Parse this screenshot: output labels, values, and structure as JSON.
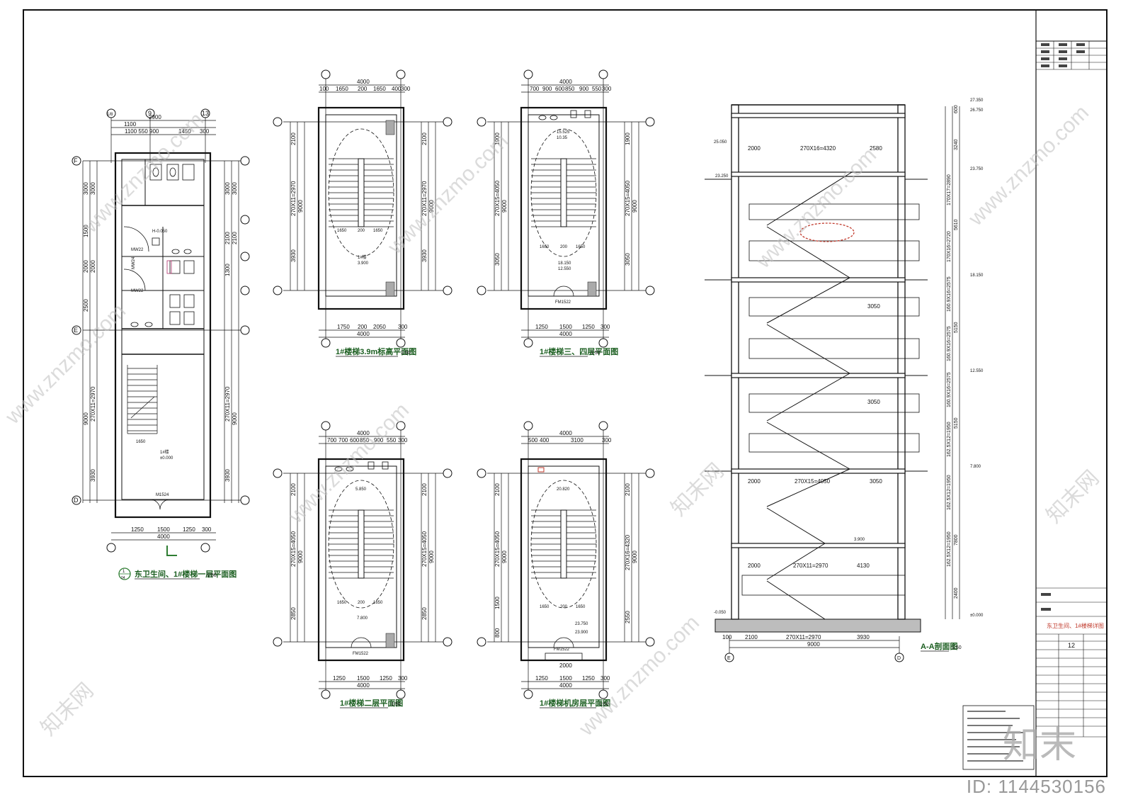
{
  "drawings": {
    "plan_ground": {
      "caption": "东卫生间、1#楼梯一层平面图",
      "scale": "1:50",
      "circle_num": "1",
      "circle_sub": "04",
      "top_dims": [
        "2900",
        "1100",
        "1100 550 900",
        "1450",
        "300"
      ],
      "bottom_dims": [
        "1250",
        "1500",
        "1250",
        "300",
        "4000"
      ],
      "left_dims": [
        "3000",
        "3000",
        "1500",
        "2000",
        "2000",
        "2500",
        "9000",
        "270X11=2970",
        "3930"
      ],
      "right_dims": [
        "3000",
        "3000",
        "2100",
        "2100",
        "1300",
        "270X11=2970",
        "9000",
        "3930"
      ],
      "axes": [
        "F",
        "E",
        "D",
        "1/8",
        "9",
        "13"
      ],
      "labels": [
        "1650",
        "1#楼",
        "±0.000",
        "M1524",
        "H-0.050",
        "MW22",
        "MW22",
        "MW24"
      ]
    },
    "plan_39": {
      "caption": "1#楼梯3.9m标高平面图",
      "scale": "1:50",
      "top_dims": [
        "4000",
        "100",
        "1650",
        "200",
        "1650",
        "400",
        "300"
      ],
      "bottom_dims": [
        "1750",
        "200",
        "2050",
        "300",
        "4000"
      ],
      "side_dims": [
        "2100",
        "270X11=2970",
        "9000",
        "3930"
      ],
      "labels": [
        "1650",
        "200",
        "1650",
        "1#楼",
        "3.900"
      ]
    },
    "plan_34": {
      "caption": "1#楼梯三、四层平面图",
      "scale": "1:50",
      "top_dims": [
        "4000",
        "700",
        "900",
        "600",
        "850",
        "900",
        "550",
        "300"
      ],
      "bottom_dims": [
        "1250",
        "1500",
        "1250",
        "300",
        "4000"
      ],
      "side_dims": [
        "1900",
        "270X15=4050",
        "9000",
        "3050"
      ],
      "labels": [
        "1650",
        "200",
        "1650",
        "15.525",
        "10.35",
        "18.150",
        "12.550",
        "FM1522"
      ]
    },
    "plan_2": {
      "caption": "1#楼梯二层平面图",
      "scale": "1:50",
      "top_dims": [
        "4000",
        "700",
        "700",
        "600",
        "850",
        "900",
        "550",
        "300"
      ],
      "bottom_dims": [
        "1250",
        "1500",
        "1250",
        "300",
        "4000"
      ],
      "side_dims": [
        "2100",
        "270X15=4050",
        "9000",
        "2850"
      ],
      "labels": [
        "1650",
        "200",
        "1650",
        "5.850",
        "7.800",
        "FM1522"
      ]
    },
    "plan_roof": {
      "caption": "1#楼梯机房层平面图",
      "scale": "1:50",
      "top_dims": [
        "4000",
        "500",
        "400",
        "3100",
        "300"
      ],
      "bottom_dims": [
        "1250",
        "1500",
        "1250",
        "300",
        "4000",
        "2000"
      ],
      "side_dims": [
        "2100",
        "270X15=4050",
        "9000",
        "1500",
        "800",
        "270X16=4320",
        "2550"
      ],
      "labels": [
        "1650",
        "200",
        "1650",
        "20.820",
        "23.750",
        "23.900",
        "FM1522"
      ]
    },
    "section_aa": {
      "caption": "A-A剖面图",
      "scale": "1:50",
      "bottom_dims": [
        "100",
        "2100",
        "270X11=2970",
        "3930",
        "9000"
      ],
      "axes": [
        "E",
        "D"
      ],
      "levels": [
        "27.350",
        "26.750",
        "23.750",
        "23.250",
        "18.150",
        "12.550",
        "7.800",
        "3.900",
        "±0.000",
        "-0.050",
        "25.050"
      ],
      "right_dims": [
        "600",
        "3240",
        "170X17=2890",
        "5610",
        "170X16=2720",
        "160.9X16=2575",
        "5150",
        "160.9X16=2575",
        "160.9X16=2575",
        "5150",
        "162.5X12=1950",
        "162.5X12=1950",
        "7800",
        "162.5X12=1950",
        "2400"
      ],
      "floor_dims": [
        "2000",
        "270X16=4320",
        "2580",
        "2000",
        "270X15=4050",
        "3050",
        "2000",
        "270X11=2970",
        "4130",
        "3050",
        "3050"
      ]
    }
  },
  "title_block": {
    "project_label": "东卫生间、1#楼梯详图",
    "sheet_no": "12"
  },
  "watermark": {
    "text_cn": "知末网",
    "url": "www.znzmo.com",
    "logo": "知末",
    "id": "ID: 1144530156"
  }
}
